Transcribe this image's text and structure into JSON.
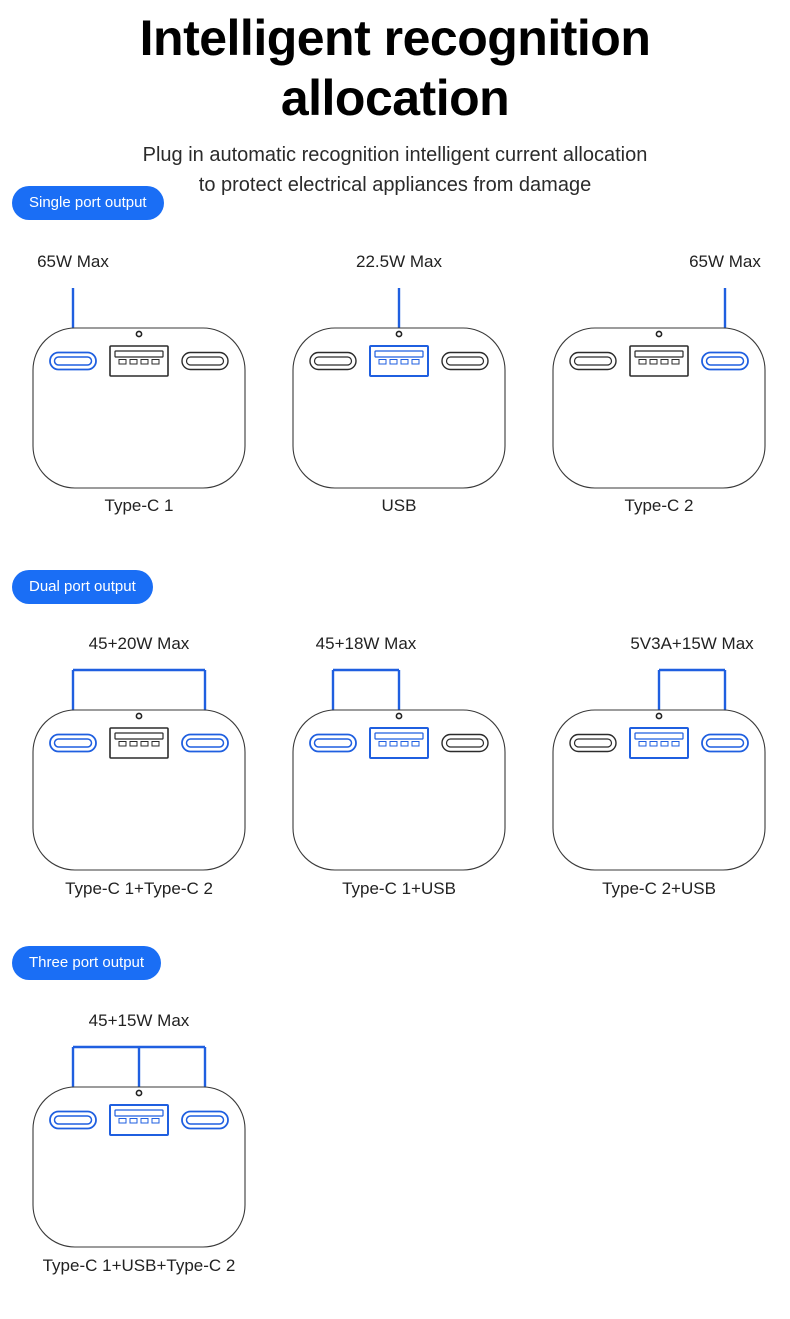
{
  "header": {
    "title": "Intelligent recognition allocation",
    "title_line1": "Intelligent recognition",
    "title_line2": "allocation",
    "subtitle_line1": "Plug in automatic recognition intelligent current allocation",
    "subtitle_line2": "to protect electrical appliances from damage"
  },
  "colors": {
    "accent": "#1a6ef5",
    "highlight": "#1f5fe0",
    "outline": "#2b2b2b",
    "text": "#222222",
    "background": "#ffffff"
  },
  "sections": [
    {
      "badge": "Single port output"
    },
    {
      "badge": "Dual port output"
    },
    {
      "badge": "Three port output"
    }
  ],
  "devices": [
    {
      "id": "single-type-c-1",
      "power": "65W Max",
      "caption": "Type-C 1",
      "active": [
        "type-c-1"
      ],
      "connector": "single",
      "led_visible": true
    },
    {
      "id": "single-usb",
      "power": "22.5W Max",
      "caption": "USB",
      "active": [
        "usb"
      ],
      "connector": "single",
      "led_visible": true
    },
    {
      "id": "single-type-c-2",
      "power": "65W Max",
      "caption": "Type-C 2",
      "active": [
        "type-c-2"
      ],
      "connector": "single",
      "led_visible": true
    },
    {
      "id": "dual-c1-c2",
      "power": "45+20W Max",
      "caption": "Type-C 1+Type-C 2",
      "active": [
        "type-c-1",
        "type-c-2"
      ],
      "connector": "bracket",
      "led_visible": true
    },
    {
      "id": "dual-c1-usb",
      "power": "45+18W Max",
      "caption": "Type-C 1+USB",
      "active": [
        "type-c-1",
        "usb"
      ],
      "connector": "bracket",
      "led_visible": true
    },
    {
      "id": "dual-c2-usb",
      "power": "5V3A+15W Max",
      "caption": "Type-C 2+USB",
      "active": [
        "usb",
        "type-c-2"
      ],
      "connector": "bracket",
      "led_visible": true
    },
    {
      "id": "triple-all",
      "power": "45+15W Max",
      "caption": "Type-C 1+USB+Type-C 2",
      "active": [
        "type-c-1",
        "usb",
        "type-c-2"
      ],
      "connector": "bracket",
      "led_visible": true
    }
  ],
  "ports": {
    "type-c-1": {
      "label": "Type-C 1",
      "kind": "usb-c"
    },
    "usb": {
      "label": "USB",
      "kind": "usb-a"
    },
    "type-c-2": {
      "label": "Type-C 2",
      "kind": "usb-c"
    }
  }
}
